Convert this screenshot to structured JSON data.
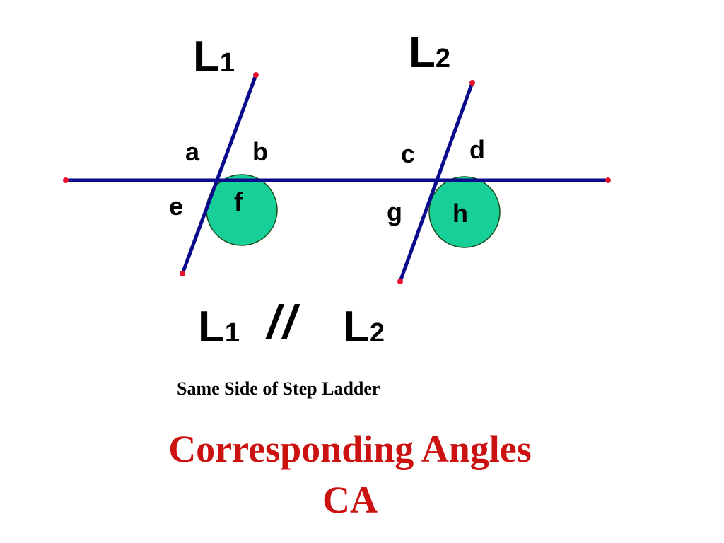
{
  "colors": {
    "line": "#0a0a8c",
    "endpoint": "#e8102a",
    "circle_fill": "#18cf98",
    "circle_stroke": "#1a4a1a",
    "title": "#cc1111",
    "text": "#000000"
  },
  "labels": {
    "line1": {
      "main": "L",
      "sub": "1"
    },
    "line2": {
      "main": "L",
      "sub": "2"
    },
    "statement": {
      "left_main": "L",
      "left_sub": "1",
      "symbol": "//",
      "right_main": "L",
      "right_sub": "2"
    }
  },
  "angles": {
    "a": "a",
    "b": "b",
    "c": "c",
    "d": "d",
    "e": "e",
    "f": "f",
    "g": "g",
    "h": "h"
  },
  "caption": "Same Side of Step Ladder",
  "title": {
    "line1": "Corresponding Angles",
    "line2": "CA"
  }
}
